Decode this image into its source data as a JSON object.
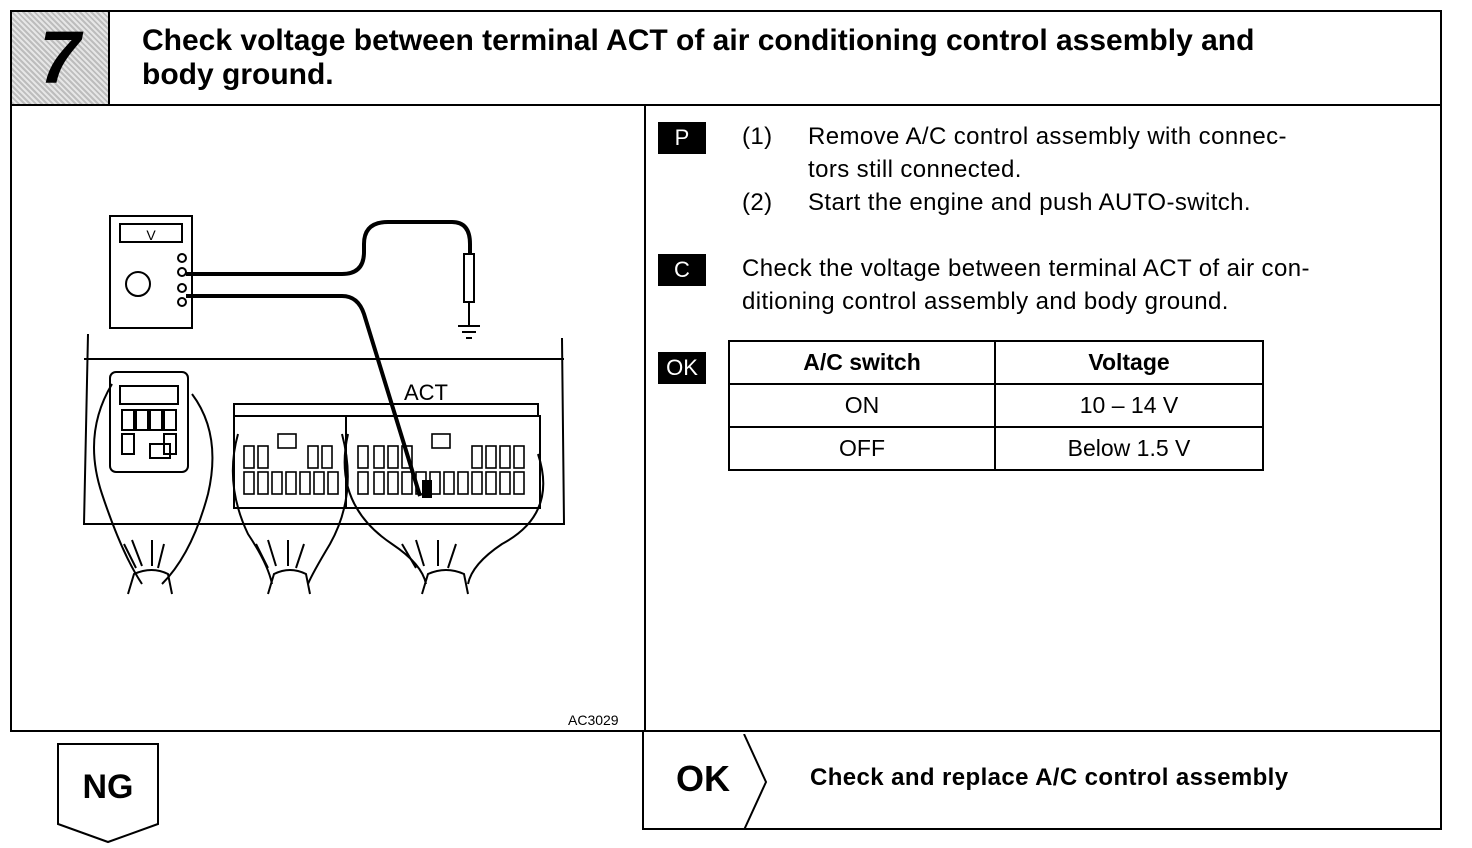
{
  "step": {
    "number": "7",
    "title_line1": "Check voltage between terminal ACT of air conditioning control assembly and",
    "title_line2": "body ground."
  },
  "diagram": {
    "meter_label": "V",
    "terminal_label": "ACT",
    "figure_code": "AC3029"
  },
  "procedure": {
    "badge": "P",
    "step1_num": "(1)",
    "step1_line1": "Remove A/C control assembly with connec-",
    "step1_line2": "tors still connected.",
    "step2_num": "(2)",
    "step2_text": "Start the engine and push AUTO-switch."
  },
  "check": {
    "badge": "C",
    "line1": "Check the voltage between terminal ACT of air con-",
    "line2": "ditioning control assembly and body ground."
  },
  "ok_spec": {
    "badge": "OK",
    "headers": [
      "A/C switch",
      "Voltage"
    ],
    "rows": [
      [
        "ON",
        "10 – 14 V"
      ],
      [
        "OFF",
        "Below 1.5 V"
      ]
    ]
  },
  "result": {
    "ng_label": "NG",
    "ok_label": "OK",
    "ok_action": "Check and replace A/C control assembly"
  }
}
